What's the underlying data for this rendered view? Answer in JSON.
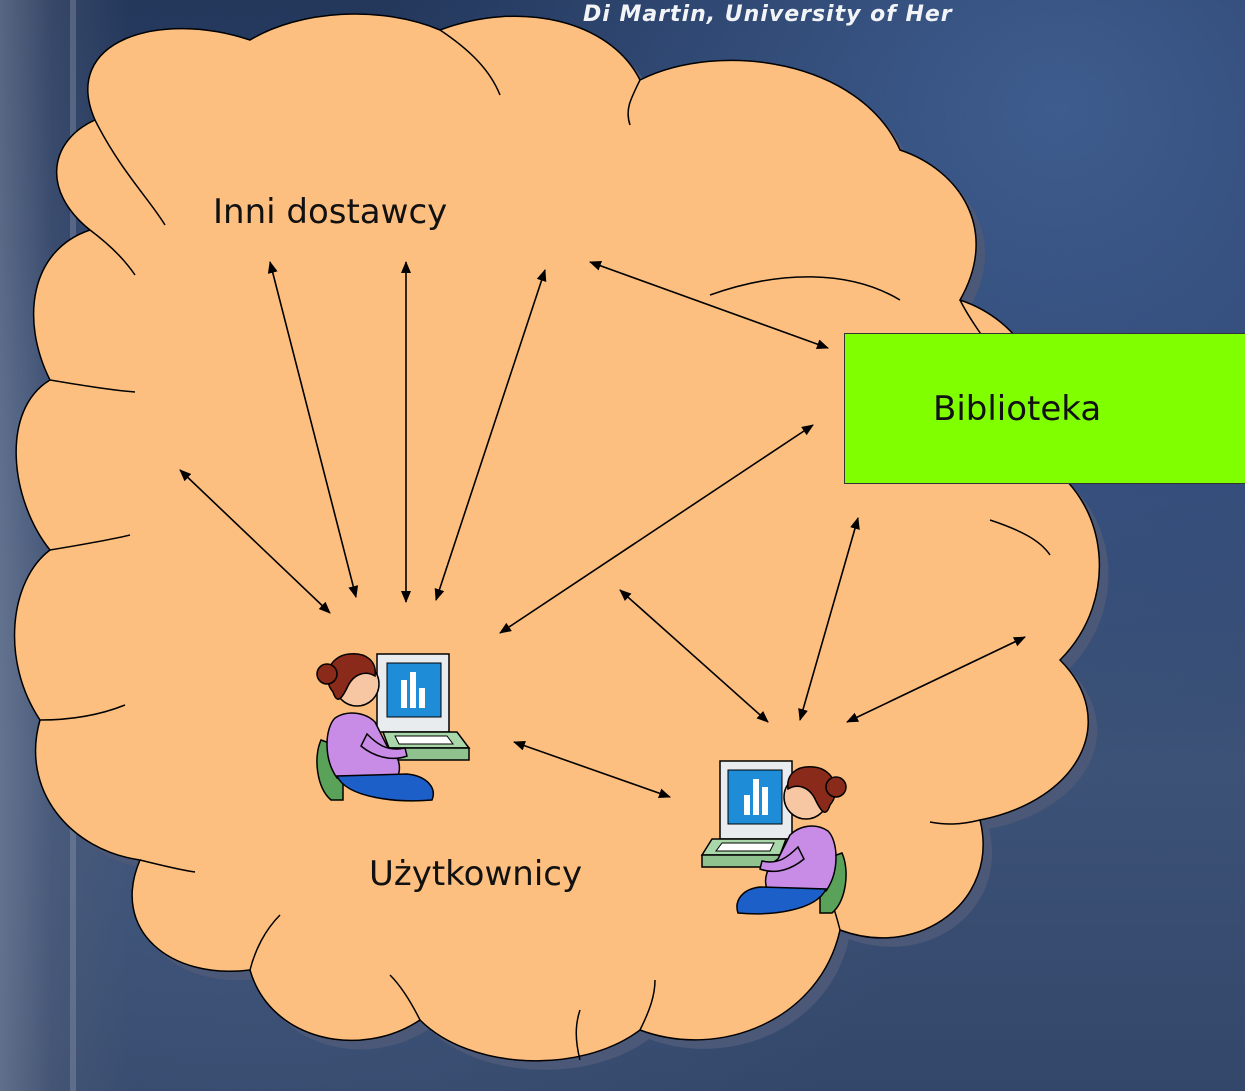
{
  "byline": "Di Martin, University of Her",
  "nodes": {
    "providers": "Inni dostawcy",
    "library": "Biblioteka",
    "users": "Użytkownicy"
  },
  "colors": {
    "cloud_fill": "#fdbf80",
    "library_fill": "#80ff00",
    "shadow": "#4b5877"
  },
  "icons": [
    "user-at-computer-icon",
    "user-at-computer-icon"
  ]
}
